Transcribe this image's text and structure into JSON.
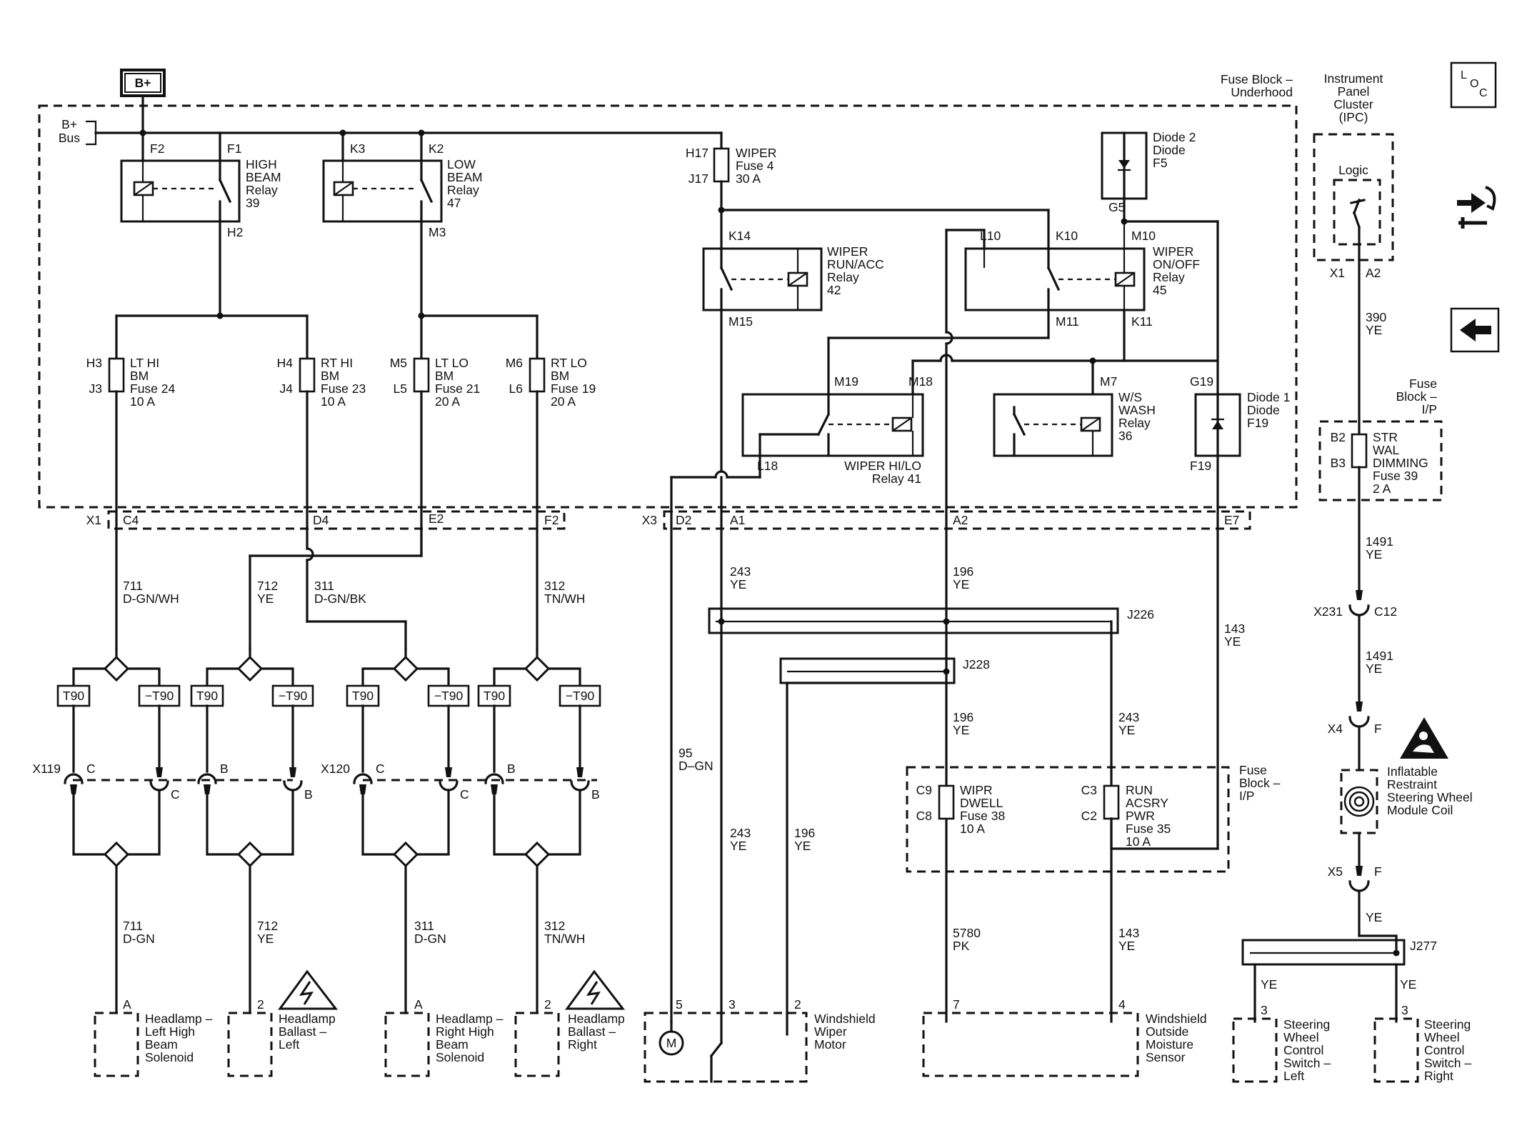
{
  "nav": {
    "loc_button": "L O C",
    "component_icon": "component-locator-icon",
    "back_icon": "back-arrow-icon"
  },
  "fuse_block_underhood": {
    "title_line1": "Fuse Block –",
    "title_line2": "Underhood",
    "bus_label": "B+",
    "bus_sub": "Bus"
  },
  "battery": {
    "label": "B+"
  },
  "ipc": {
    "line1": "Instrument",
    "line2": "Panel",
    "line3": "Cluster",
    "line4": "(IPC)",
    "logic": "Logic",
    "x1": "X1",
    "a2": "A2"
  },
  "relays": {
    "high_beam": {
      "pin_in": "F2",
      "pin_out": "F1",
      "pin_load": "H2",
      "line1": "HIGH",
      "line2": "BEAM",
      "line3": "Relay",
      "line4": "39"
    },
    "low_beam": {
      "pin_in": "K3",
      "pin_out": "K2",
      "pin_load": "M3",
      "line1": "LOW",
      "line2": "BEAM",
      "line3": "Relay",
      "line4": "47"
    },
    "wiper_run": {
      "pin_top": "K14",
      "pin_bot": "M15",
      "line1": "WIPER",
      "line2": "RUN/ACC",
      "line3": "Relay",
      "line4": "42"
    },
    "wiper_onoff": {
      "pin_l10": "L10",
      "pin_k10": "K10",
      "pin_m10": "M10",
      "pin_m11": "M11",
      "pin_k11": "K11",
      "line1": "WIPER",
      "line2": "ON/OFF",
      "line3": "Relay",
      "line4": "45"
    },
    "wiper_hilo": {
      "pin_m19": "M19",
      "pin_m18": "M18",
      "pin_l18": "L18",
      "line1": "WIPER HI/LO",
      "line2": "Relay 41"
    },
    "ws_wash": {
      "pin_m7": "M7",
      "line1": "W/S",
      "line2": "WASH",
      "line3": "Relay",
      "line4": "36"
    }
  },
  "fuses": {
    "wiper": {
      "pin_top": "H17",
      "pin_bot": "J17",
      "line1": "WIPER",
      "line2": "Fuse 4",
      "line3": "30 A"
    },
    "lt_hi": {
      "pin_top": "H3",
      "pin_bot": "J3",
      "line1": "LT HI",
      "line2": "BM",
      "line3": "Fuse 24",
      "line4": "10 A"
    },
    "rt_hi": {
      "pin_top": "H4",
      "pin_bot": "J4",
      "line1": "RT HI",
      "line2": "BM",
      "line3": "Fuse 23",
      "line4": "10 A"
    },
    "lt_lo": {
      "pin_top": "M5",
      "pin_bot": "L5",
      "line1": "LT LO",
      "line2": "BM",
      "line3": "Fuse 21",
      "line4": "20 A"
    },
    "rt_lo": {
      "pin_top": "M6",
      "pin_bot": "L6",
      "line1": "RT LO",
      "line2": "BM",
      "line3": "Fuse 19",
      "line4": "20 A"
    },
    "str_wal": {
      "pin_top": "B2",
      "pin_bot": "B3",
      "line1": "STR",
      "line2": "WAL",
      "line3": "DIMMING",
      "line4": "Fuse 39",
      "line5": "2 A"
    },
    "wipr_dwell": {
      "pin_top": "C9",
      "pin_bot": "C8",
      "line1": "WIPR",
      "line2": "DWELL",
      "line3": "Fuse 38",
      "line4": "10 A"
    },
    "run_acsry": {
      "pin_top": "C3",
      "pin_bot": "C2",
      "line1": "RUN",
      "line2": "ACSRY",
      "line3": "PWR",
      "line4": "Fuse 35",
      "line5": "10 A"
    }
  },
  "diodes": {
    "diode2": {
      "line1": "Diode 2",
      "line2": "Diode",
      "line3": "F5",
      "pin": "G5"
    },
    "diode1": {
      "line1": "Diode 1",
      "line2": "Diode",
      "line3": "F19",
      "pin_top": "G19",
      "pin_bot": "F19"
    }
  },
  "connectors": {
    "x1": "X1",
    "c4": "C4",
    "d4": "D4",
    "e2": "E2",
    "f2": "F2",
    "x3": "X3",
    "d2": "D2",
    "a1": "A1",
    "a2": "A2",
    "e7": "E7",
    "x231": "X231",
    "c12": "C12",
    "x4": "X4",
    "x4_pin": "F",
    "x5": "X5",
    "x5_pin": "F",
    "x119": "X119",
    "x120": "X120",
    "c": "C",
    "b": "B",
    "t90": "T90",
    "neg_t90": "−T90"
  },
  "fuse_block_ip": {
    "line1": "Fuse",
    "line2": "Block –",
    "line3": "I/P"
  },
  "fuse_block_ip2": {
    "line1": "Fuse",
    "line2": "Block –",
    "line3": "I/P"
  },
  "splices": {
    "j226": "J226",
    "j228": "J228",
    "j277": "J277"
  },
  "wires": {
    "w711_top": {
      "num": "711",
      "color": "D-GN/WH"
    },
    "w712_top": {
      "num": "712",
      "color": "YE"
    },
    "w311_top": {
      "num": "311",
      "color": "D-GN/BK"
    },
    "w312_top": {
      "num": "312",
      "color": "TN/WH"
    },
    "w711_bot": {
      "num": "711",
      "color": "D-GN"
    },
    "w712_bot": {
      "num": "712",
      "color": "YE"
    },
    "w311_bot": {
      "num": "311",
      "color": "D-GN"
    },
    "w312_bot": {
      "num": "312",
      "color": "TN/WH"
    },
    "w243_a": {
      "num": "243",
      "color": "YE"
    },
    "w196_a": {
      "num": "196",
      "color": "YE"
    },
    "w143_a": {
      "num": "143",
      "color": "YE"
    },
    "w196_b": {
      "num": "196",
      "color": "YE"
    },
    "w243_b": {
      "num": "243",
      "color": "YE"
    },
    "w95": {
      "num": "95",
      "color": "D–GN"
    },
    "w243_c": {
      "num": "243",
      "color": "YE"
    },
    "w196_c": {
      "num": "196",
      "color": "YE"
    },
    "w5780": {
      "num": "5780",
      "color": "PK"
    },
    "w143_b": {
      "num": "143",
      "color": "YE"
    },
    "w390": {
      "num": "390",
      "color": "YE"
    },
    "w1491_a": {
      "num": "1491",
      "color": "YE"
    },
    "w1491_b": {
      "num": "1491",
      "color": "YE"
    },
    "w_ye_a": {
      "color": "YE"
    },
    "w_ye_l": {
      "color": "YE"
    },
    "w_ye_r": {
      "color": "YE"
    }
  },
  "coil": {
    "line1": "Inflatable",
    "line2": "Restraint",
    "line3": "Steering Wheel",
    "line4": "Module Coil"
  },
  "components": {
    "hl_lh": {
      "pin": "A",
      "line1": "Headlamp –",
      "line2": "Left High",
      "line3": "Beam",
      "line4": "Solenoid"
    },
    "ballast_l": {
      "pin": "2",
      "line1": "Headlamp",
      "line2": "Ballast –",
      "line3": "Left"
    },
    "hl_rh": {
      "pin": "A",
      "line1": "Headlamp –",
      "line2": "Right High",
      "line3": "Beam",
      "line4": "Solenoid"
    },
    "ballast_r": {
      "pin": "2",
      "line1": "Headlamp",
      "line2": "Ballast –",
      "line3": "Right"
    },
    "wiper_motor": {
      "pin5": "5",
      "pin3": "3",
      "pin2": "2",
      "motor": "M",
      "line1": "Windshield",
      "line2": "Wiper",
      "line3": "Motor"
    },
    "moisture": {
      "pin7": "7",
      "pin4": "4",
      "line1": "Windshield",
      "line2": "Outside",
      "line3": "Moisture",
      "line4": "Sensor"
    },
    "swc_left": {
      "pin": "3",
      "line1": "Steering",
      "line2": "Wheel",
      "line3": "Control",
      "line4": "Switch –",
      "line5": "Left"
    },
    "swc_right": {
      "pin": "3",
      "line1": "Steering",
      "line2": "Wheel",
      "line3": "Control",
      "line4": "Switch –",
      "line5": "Right"
    }
  }
}
